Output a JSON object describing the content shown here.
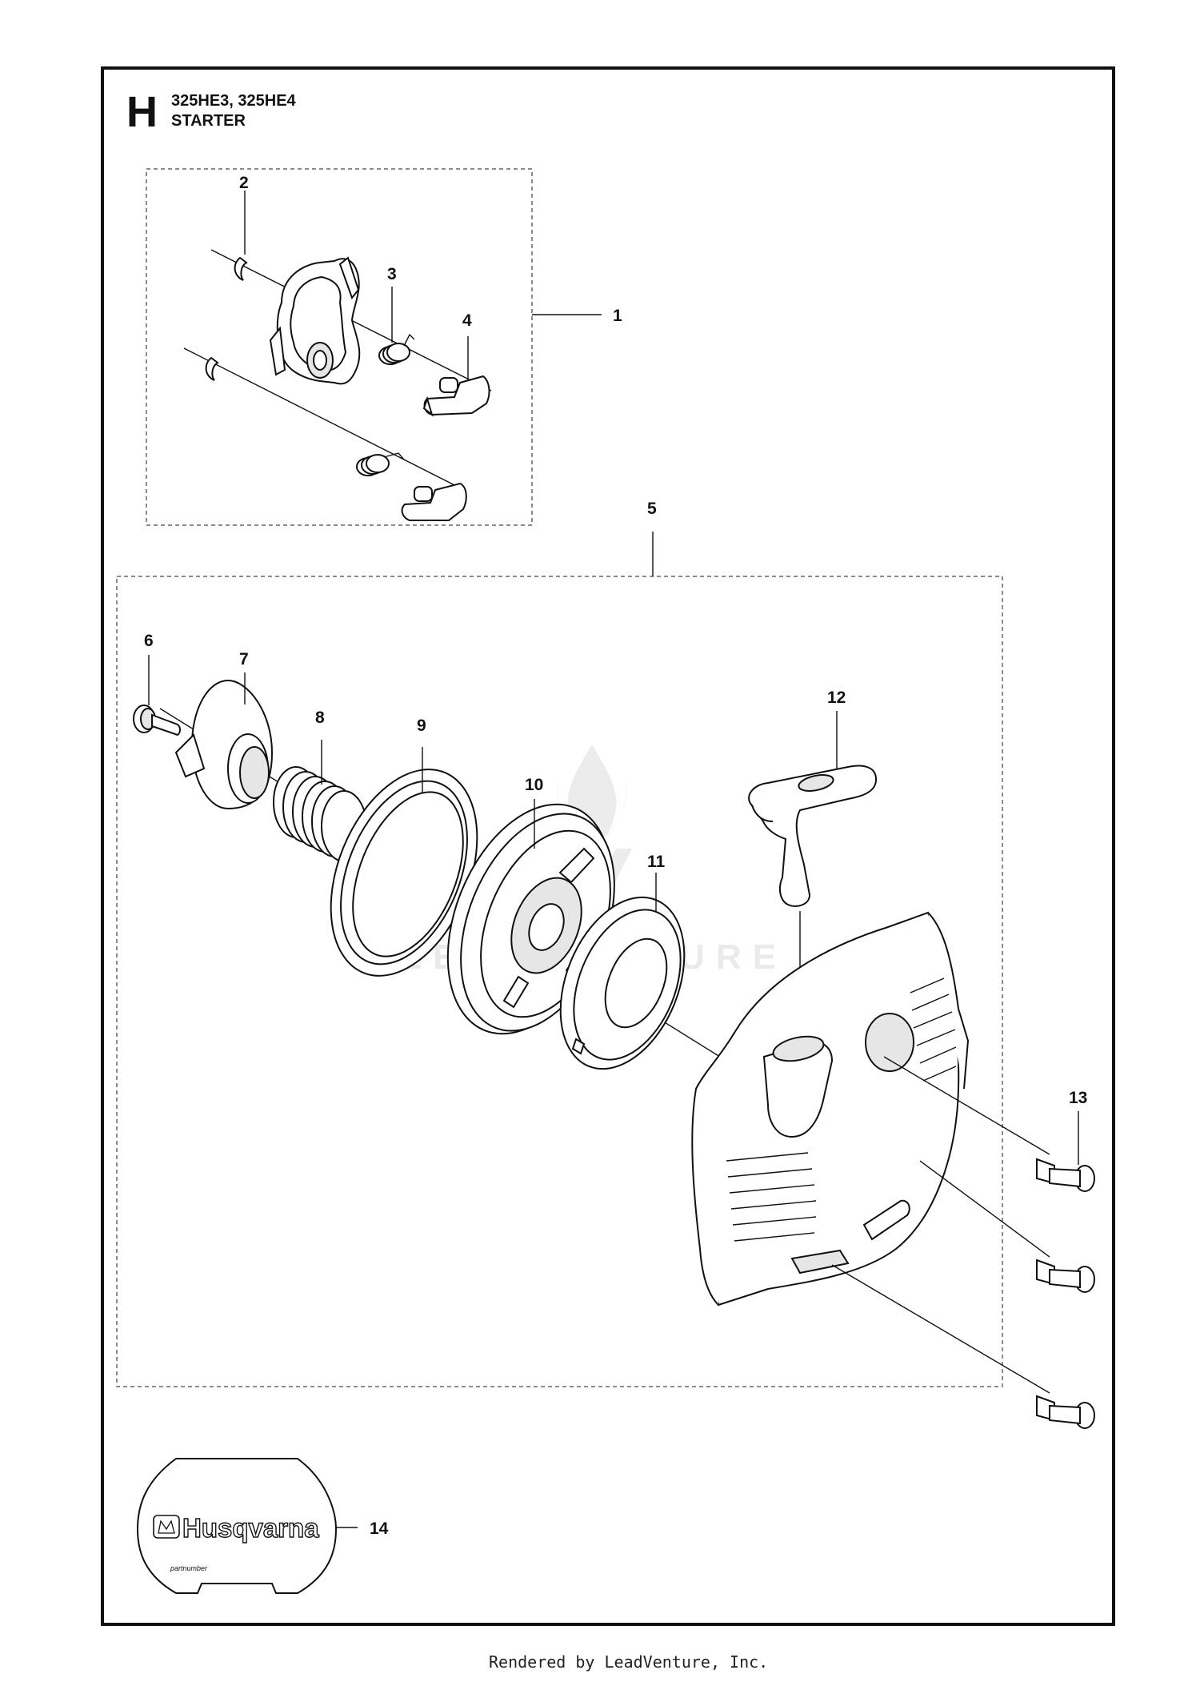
{
  "header": {
    "section_letter": "H",
    "models": "325HE3, 325HE4",
    "title": "STARTER"
  },
  "callouts": [
    "1",
    "2",
    "3",
    "4",
    "5",
    "6",
    "7",
    "8",
    "9",
    "10",
    "11",
    "12",
    "13",
    "14"
  ],
  "decal": {
    "brand": "Husqvarna",
    "small_text": "partnumber"
  },
  "footer": "Rendered by LeadVenture, Inc."
}
